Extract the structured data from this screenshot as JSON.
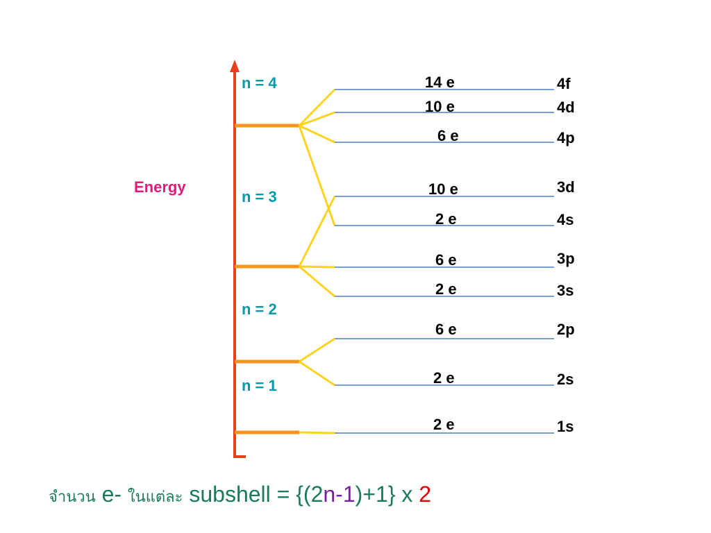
{
  "energy_label": "Energy",
  "colors": {
    "axis": "#e8401c",
    "shell": "#f7941d",
    "connector": "#ffd21f",
    "subshell": "#4a7ebb",
    "n_text": "#009aa8",
    "energy_text": "#e8157a",
    "formula_text": "#1a7a5a",
    "formula_n": "#7a1fa2",
    "formula_two": "#e00000"
  },
  "shells": [
    {
      "label": "n = 4"
    },
    {
      "label": "n = 3"
    },
    {
      "label": "n = 2"
    },
    {
      "label": "n = 1"
    }
  ],
  "subshells": [
    {
      "name": "4f",
      "electrons": "14 e"
    },
    {
      "name": "4d",
      "electrons": "10 e"
    },
    {
      "name": "4p",
      "electrons": "6 e"
    },
    {
      "name": "3d",
      "electrons": "10 e"
    },
    {
      "name": "4s",
      "electrons": "2 e"
    },
    {
      "name": "3p",
      "electrons": "6 e"
    },
    {
      "name": "3s",
      "electrons": "2 e"
    },
    {
      "name": "2p",
      "electrons": "6 e"
    },
    {
      "name": "2s",
      "electrons": "2 e"
    },
    {
      "name": "1s",
      "electrons": "2 e"
    }
  ],
  "formula": {
    "thai_count": "จำนวน",
    "e_minus": "e-",
    "thai_each": "ในแต่ละ",
    "main": "subshell = {(2",
    "n": "n-1",
    "close": ")+1} x ",
    "two": "2"
  }
}
